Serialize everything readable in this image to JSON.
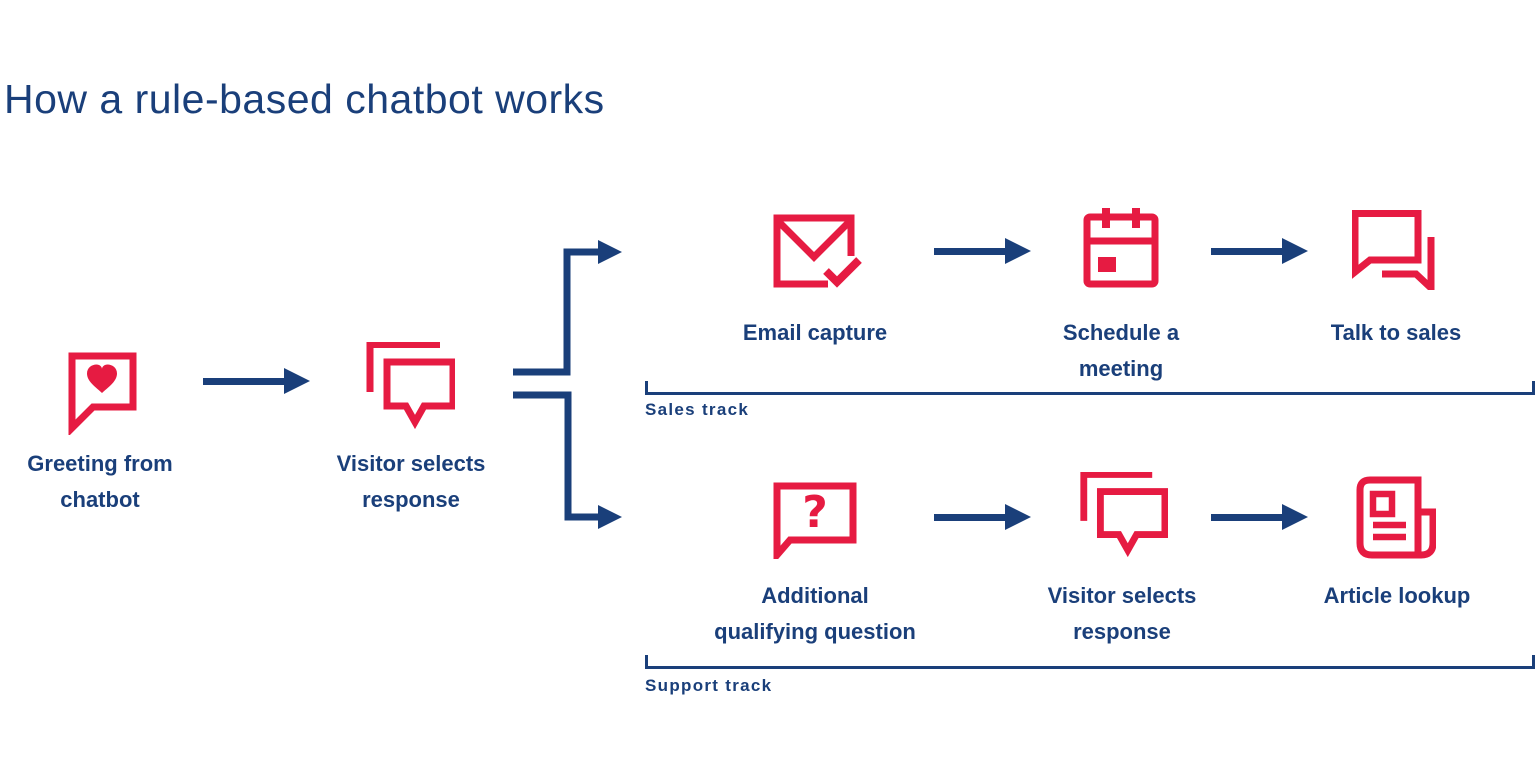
{
  "title": "How a rule-based chatbot works",
  "colors": {
    "navy": "#1a3f7a",
    "red": "#e61b42"
  },
  "nodes": {
    "greeting": {
      "label": "Greeting from\nchatbot",
      "icon": "heart-chat-bubble-icon"
    },
    "visitor_selects_1": {
      "label": "Visitor selects\nresponse",
      "icon": "chat-bubbles-icon"
    },
    "email_capture": {
      "label": "Email capture",
      "icon": "email-check-icon"
    },
    "schedule_meeting": {
      "label": "Schedule a\nmeeting",
      "icon": "calendar-icon"
    },
    "talk_to_sales": {
      "label": "Talk to sales",
      "icon": "conversation-bubbles-icon"
    },
    "qualifying_question": {
      "label": "Additional\nqualifying question",
      "icon": "question-chat-bubble-icon"
    },
    "visitor_selects_2": {
      "label": "Visitor selects\nresponse",
      "icon": "chat-bubbles-icon"
    },
    "article_lookup": {
      "label": "Article lookup",
      "icon": "newspaper-icon"
    }
  },
  "tracks": {
    "sales": {
      "label": "Sales track"
    },
    "support": {
      "label": "Support track"
    }
  },
  "icon_glyphs": {
    "question_mark": "?"
  }
}
